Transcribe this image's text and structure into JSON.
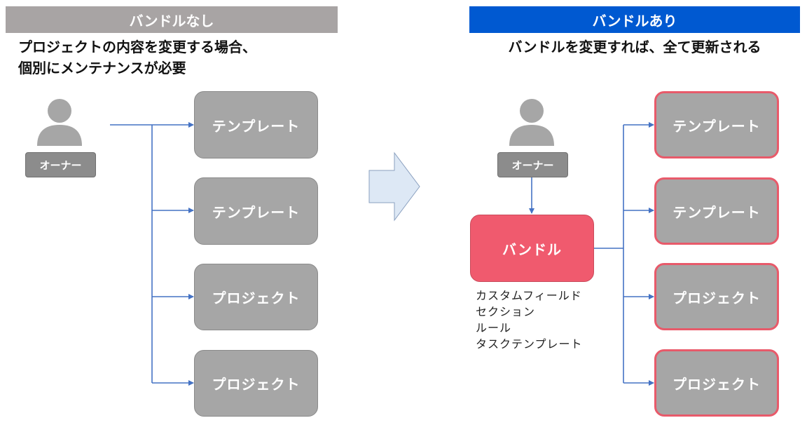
{
  "left": {
    "header": "バンドルなし",
    "header_color": "#a8a4a4",
    "caption_line1": "プロジェクトの内容を変更する場合、",
    "caption_line2": "個別にメンテナンスが必要",
    "owner_label": "オーナー",
    "boxes": [
      "テンプレート",
      "テンプレート",
      "プロジェクト",
      "プロジェクト"
    ]
  },
  "right": {
    "header": "バンドルあり",
    "header_color": "#0059d1",
    "caption": "バンドルを変更すれば、全て更新される",
    "owner_label": "オーナー",
    "bundle_label": "バンドル",
    "bundle_items": [
      "カスタムフィールド",
      "セクション",
      "ルール",
      "タスクテンプレート"
    ],
    "boxes": [
      "テンプレート",
      "テンプレート",
      "プロジェクト",
      "プロジェクト"
    ]
  },
  "colors": {
    "box_gray": "#a6a6a6",
    "bundle_red": "#f05a6e",
    "connector_blue": "#4472c4",
    "arrow_fill": "#dde8f5"
  },
  "icons": {
    "owner": "person-icon",
    "transition": "right-arrow-icon"
  }
}
